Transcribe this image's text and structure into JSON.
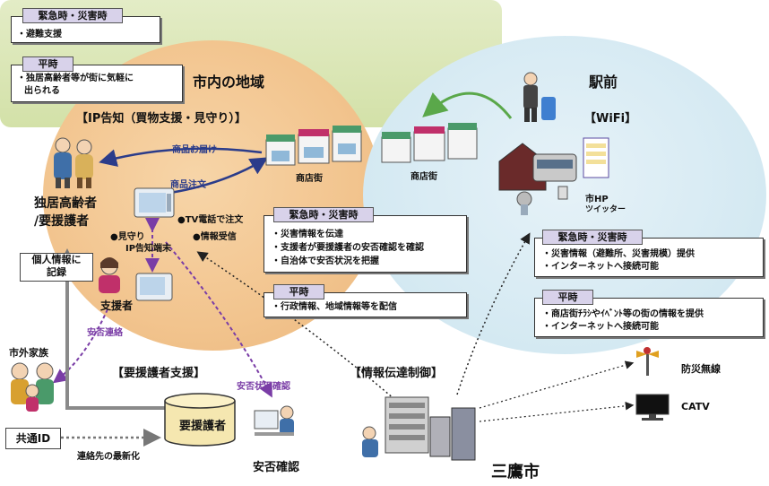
{
  "colors": {
    "orange_area": "#f2c48e",
    "blue_area": "#d4e9f2",
    "green_area": "#d8e4b0",
    "tag_header": "#d8d2ea",
    "arrow_blue": "#2b3c8a",
    "arrow_purple": "#7a3da6",
    "arrow_green": "#5aa84a"
  },
  "top_left": {
    "emergency_tag": "緊急時・災害時",
    "emergency_item": "・避難支援",
    "normal_tag": "平時",
    "normal_item_1": "・独居高齢者等が街に気軽に",
    "normal_item_2": "出られる"
  },
  "city_area": {
    "title": "市内の地域",
    "subtitle": "【IP告知（買物支援・見守り）】",
    "elderly_label_1": "独居高齢者",
    "elderly_label_2": "/要援護者",
    "delivery_label": "商品お届け",
    "order_label": "商品注文",
    "shopping_street": "商店街",
    "tv_order": "●TV電話で注文",
    "watch": "●見守り",
    "info_receive": "●情報受信",
    "ip_terminal": "IP告知端末",
    "personal_info": "個人情報に\n記録",
    "supporter": "支援者",
    "safety_contact": "安否連絡"
  },
  "city_emergency": {
    "tag": "緊急時・災害時",
    "items": [
      "・災害情報を伝達",
      "・支援者が要援護者の安否確認を確認",
      "・自治体で安否状況を把握"
    ]
  },
  "city_normal": {
    "tag": "平時",
    "items": [
      "・行政情報、地域情報等を配信"
    ]
  },
  "station_area": {
    "title": "駅前",
    "subtitle": "【WiFi】",
    "shopping_street": "商店街",
    "city_hp": "市HP",
    "twitter": "ツイッター"
  },
  "station_emergency": {
    "tag": "緊急時・災害時",
    "items": [
      "・災害情報（避難所、災害規模）提供",
      "・インターネットへ接続可能"
    ]
  },
  "station_normal": {
    "tag": "平時",
    "items": [
      "・商店街ﾁﾗｼやｲﾍﾞﾝﾄ等の街の情報を提供",
      "・インターネットへ接続可能"
    ]
  },
  "bottom": {
    "outside_family": "市外家族",
    "common_id": "共通ID",
    "latest_contact": "連絡先の最新化",
    "support_title": "【要援護者支援】",
    "db_label": "要援護者",
    "safety_status": "安否状況確認",
    "safety_confirm": "安否確認",
    "info_title": "【情報伝達制御】",
    "city_name": "三鷹市",
    "disaster_radio": "防災無線",
    "catv": "CATV"
  }
}
